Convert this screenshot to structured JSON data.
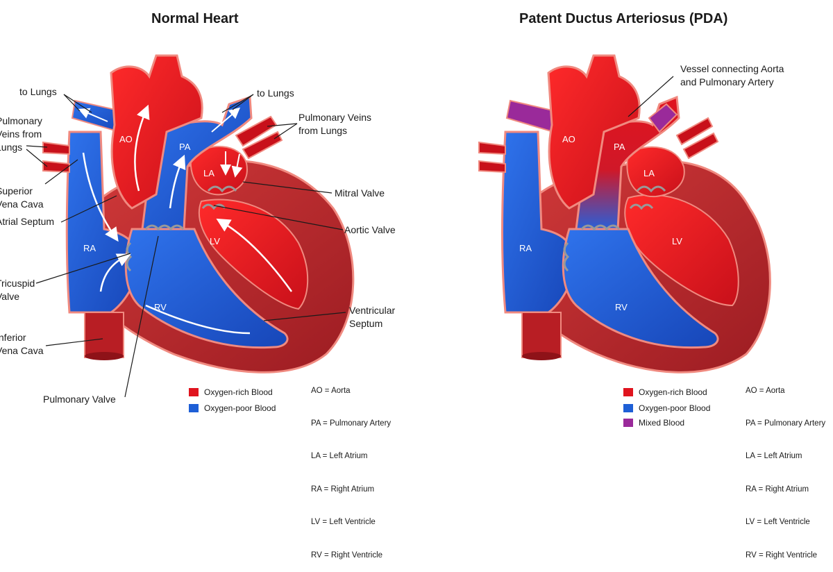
{
  "left": {
    "title": "Normal Heart",
    "labels": {
      "to_lungs_left": "to Lungs",
      "to_lungs_right": "to Lungs",
      "pulm_veins_left_1": "Pulmonary",
      "pulm_veins_left_2": "Veins from",
      "pulm_veins_left_3": "Lungs",
      "pulm_veins_right_1": "Pulmonary Veins",
      "pulm_veins_right_2": "from Lungs",
      "svc_1": "Superior",
      "svc_2": "Vena Cava",
      "atrial_septum": "Atrial Septum",
      "tricuspid_1": "Tricuspid",
      "tricuspid_2": "Valve",
      "ivc_1": "Inferior",
      "ivc_2": "Vena Cava",
      "mitral": "Mitral Valve",
      "aortic": "Aortic Valve",
      "vent_septum_1": "Ventricular",
      "vent_septum_2": "Septum",
      "pulm_valve": "Pulmonary Valve"
    },
    "chambers": {
      "ao": "AO",
      "pa": "PA",
      "la": "LA",
      "lv": "LV",
      "ra": "RA",
      "rv": "RV"
    },
    "legend": [
      {
        "label": "Oxygen-rich Blood",
        "color": "#e0141e"
      },
      {
        "label": "Oxygen-poor Blood",
        "color": "#1e5fd6"
      }
    ],
    "abbreviations": [
      "AO = Aorta",
      "PA = Pulmonary Artery",
      "LA = Left Atrium",
      "RA = Right Atrium",
      "LV = Left Ventricle",
      "RV = Right Ventricle"
    ]
  },
  "right": {
    "title": "Patent Ductus Arteriosus (PDA)",
    "labels": {
      "vessel_1": "Vessel connecting Aorta",
      "vessel_2": "and Pulmonary Artery"
    },
    "chambers": {
      "ao": "AO",
      "pa": "PA",
      "la": "LA",
      "lv": "LV",
      "ra": "RA",
      "rv": "RV"
    },
    "legend": [
      {
        "label": "Oxygen-rich Blood",
        "color": "#e0141e"
      },
      {
        "label": "Oxygen-poor Blood",
        "color": "#1e5fd6"
      },
      {
        "label": "Mixed Blood",
        "color": "#9a2a9a"
      }
    ],
    "abbreviations": [
      "AO = Aorta",
      "PA = Pulmonary Artery",
      "LA = Left Atrium",
      "RA = Right Atrium",
      "LV = Left Ventricle",
      "RV = Right Ventricle"
    ]
  },
  "colors": {
    "oxygen_rich": "#e0141e",
    "oxygen_poor": "#1e5fd6",
    "mixed": "#9a2a9a",
    "muscle": "#b8262a",
    "outline": "#f08a80"
  }
}
